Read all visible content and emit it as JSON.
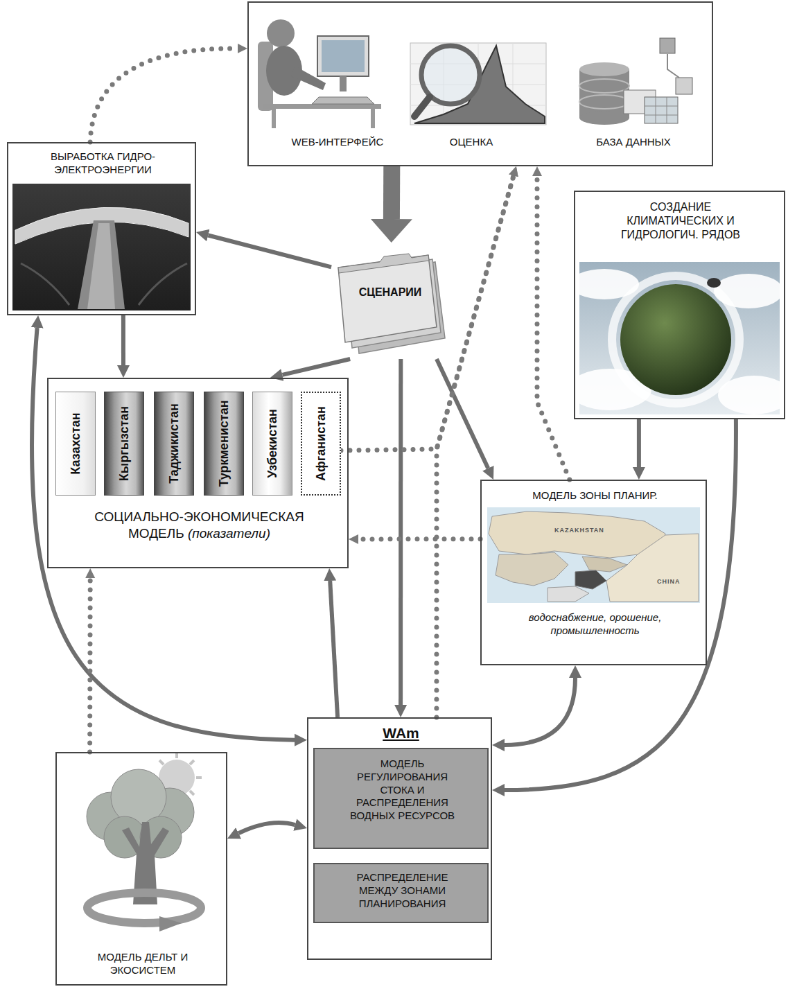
{
  "diagram": {
    "nodes": [
      {
        "text": [
          "WEB-ИНТЕРФЕЙС",
          "ОЦЕНКА",
          "БАЗА ДАННЫХ"
        ]
      },
      {
        "text": [
          "ВЫРАБОТКА ГИДРО- ЭЛЕКТРОЭНЕРГИИ"
        ]
      },
      {
        "text": [
          "СЦЕНАРИИ"
        ]
      },
      {
        "text": [
          "СОЗДАНИЕ КЛИМАТИЧЕСКИХ И ГИДРОЛОГИЧ. РЯДОВ"
        ]
      },
      {
        "text": [
          "СОЦИАЛЬНО-ЭКОНОМИЧЕСКАЯ МОДЕЛЬ",
          "(показатели)"
        ]
      },
      {
        "text": [
          "Казахстан"
        ],
        "in": 4
      },
      {
        "text": [
          "Кыргызстан"
        ],
        "in": 4
      },
      {
        "text": [
          "Таджикистан"
        ],
        "in": 4
      },
      {
        "text": [
          "Туркменистан"
        ],
        "in": 4
      },
      {
        "text": [
          "Узбекистан"
        ],
        "in": 4
      },
      {
        "text": [
          "Афганистан"
        ],
        "in": 4
      },
      {
        "text": [
          "МОДЕЛЬ ЗОНЫ ПЛАНИР.",
          "водоснабжение, орошение, промышленность"
        ]
      },
      {
        "text": [
          "WAm"
        ]
      },
      {
        "text": [
          "МОДЕЛЬ РЕГУЛИРОВАНИЯ СТОКА И РАСПРЕДЕЛЕНИЯ ВОДНЫХ РЕСУРСОВ"
        ],
        "in": 12
      },
      {
        "text": [
          "РАСПРЕДЕЛЕНИЕ МЕЖДУ ЗОНАМИ ПЛАНИРОВАНИЯ"
        ],
        "in": 12
      },
      {
        "text": [
          "МОДЕЛЬ ДЕЛЬТ И ЭКОСИСТЕМ"
        ]
      }
    ],
    "edges": [
      {
        "from": 1,
        "to": 0,
        "arrow": "to"
      },
      {
        "from": 0,
        "to": 2,
        "arrow": "to"
      },
      {
        "from": 2,
        "to": 1,
        "arrow": "to"
      },
      {
        "from": 1,
        "to": 4,
        "arrow": "to"
      },
      {
        "from": 2,
        "to": 4,
        "arrow": "to"
      },
      {
        "from": 2,
        "to": 12,
        "arrow": "to"
      },
      {
        "from": 2,
        "to": 11,
        "arrow": "to"
      },
      {
        "from": 3,
        "to": 11,
        "arrow": "to"
      },
      {
        "from": 3,
        "to": 12,
        "arrow": "to"
      },
      {
        "from": 1,
        "to": 12,
        "arrow": "both"
      },
      {
        "from": 12,
        "to": 4,
        "arrow": "to"
      },
      {
        "from": 12,
        "to": 11,
        "arrow": "both"
      },
      {
        "from": 12,
        "to": 15,
        "arrow": "both"
      },
      {
        "from": 15,
        "to": 4,
        "arrow": "to"
      },
      {
        "from": 11,
        "to": 4,
        "arrow": "to"
      },
      {
        "from": 11,
        "to": 0,
        "arrow": "to"
      },
      {
        "from": 10,
        "to": 0,
        "arrow": "to"
      },
      {
        "from": 12,
        "to": 0,
        "arrow": "to"
      }
    ],
    "labels": [
      "KAZAKHSTAN",
      "CHINA"
    ]
  }
}
